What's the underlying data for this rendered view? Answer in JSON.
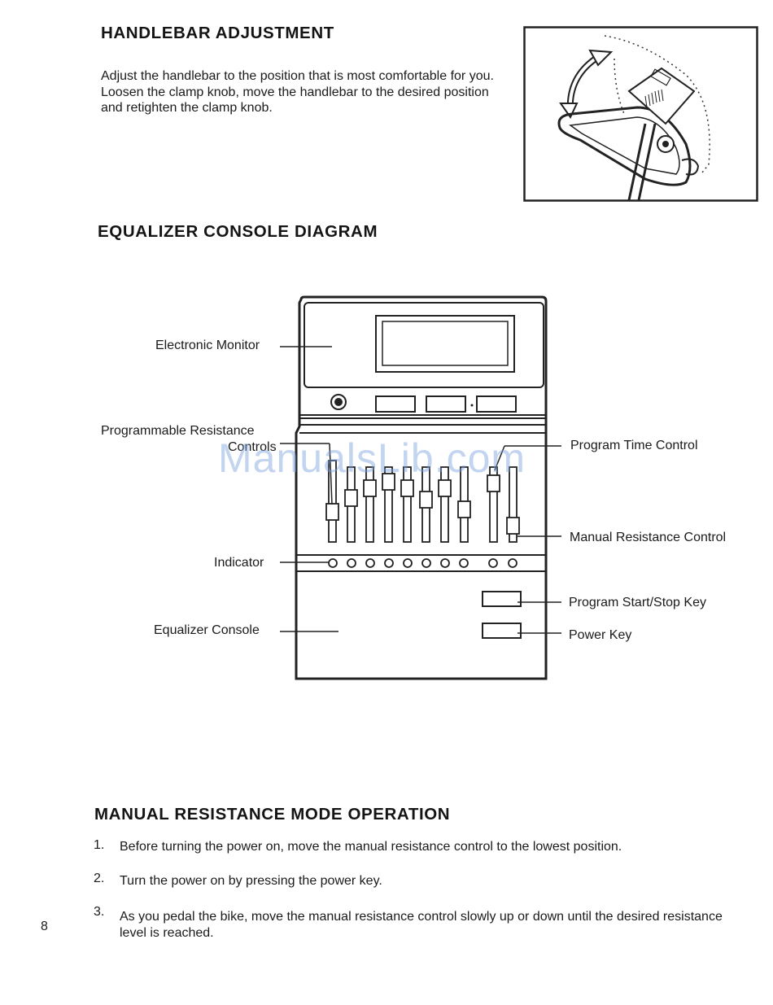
{
  "section1": {
    "title": "HANDLEBAR ADJUSTMENT",
    "body": "Adjust the handlebar to the position that is most comfortable for you. Loosen the clamp knob, move the handlebar to the desired position and retighten the clamp knob."
  },
  "section2": {
    "title": "EQUALIZER CONSOLE DIAGRAM",
    "labels": {
      "electronic_monitor": "Electronic Monitor",
      "programmable_resistance": "Programmable Resistance",
      "programmable_resistance_line2": "Controls",
      "indicator": "Indicator",
      "equalizer_console": "Equalizer Console",
      "program_time_control": "Program Time Control",
      "manual_resistance_control": "Manual Resistance Control",
      "program_start_stop_key": "Program Start/Stop Key",
      "power_key": "Power Key"
    },
    "watermark": "ManualsLib.com"
  },
  "section3": {
    "title": "MANUAL RESISTANCE MODE OPERATION",
    "steps": [
      {
        "num": "1.",
        "text": "Before turning the power on, move the manual resistance control to the lowest position."
      },
      {
        "num": "2.",
        "text": "Turn the power on by pressing the power key."
      },
      {
        "num": "3.",
        "text": "As you pedal the bike, move the manual resistance control slowly up or down until the desired resistance level is reached."
      }
    ]
  },
  "page_number": "8"
}
